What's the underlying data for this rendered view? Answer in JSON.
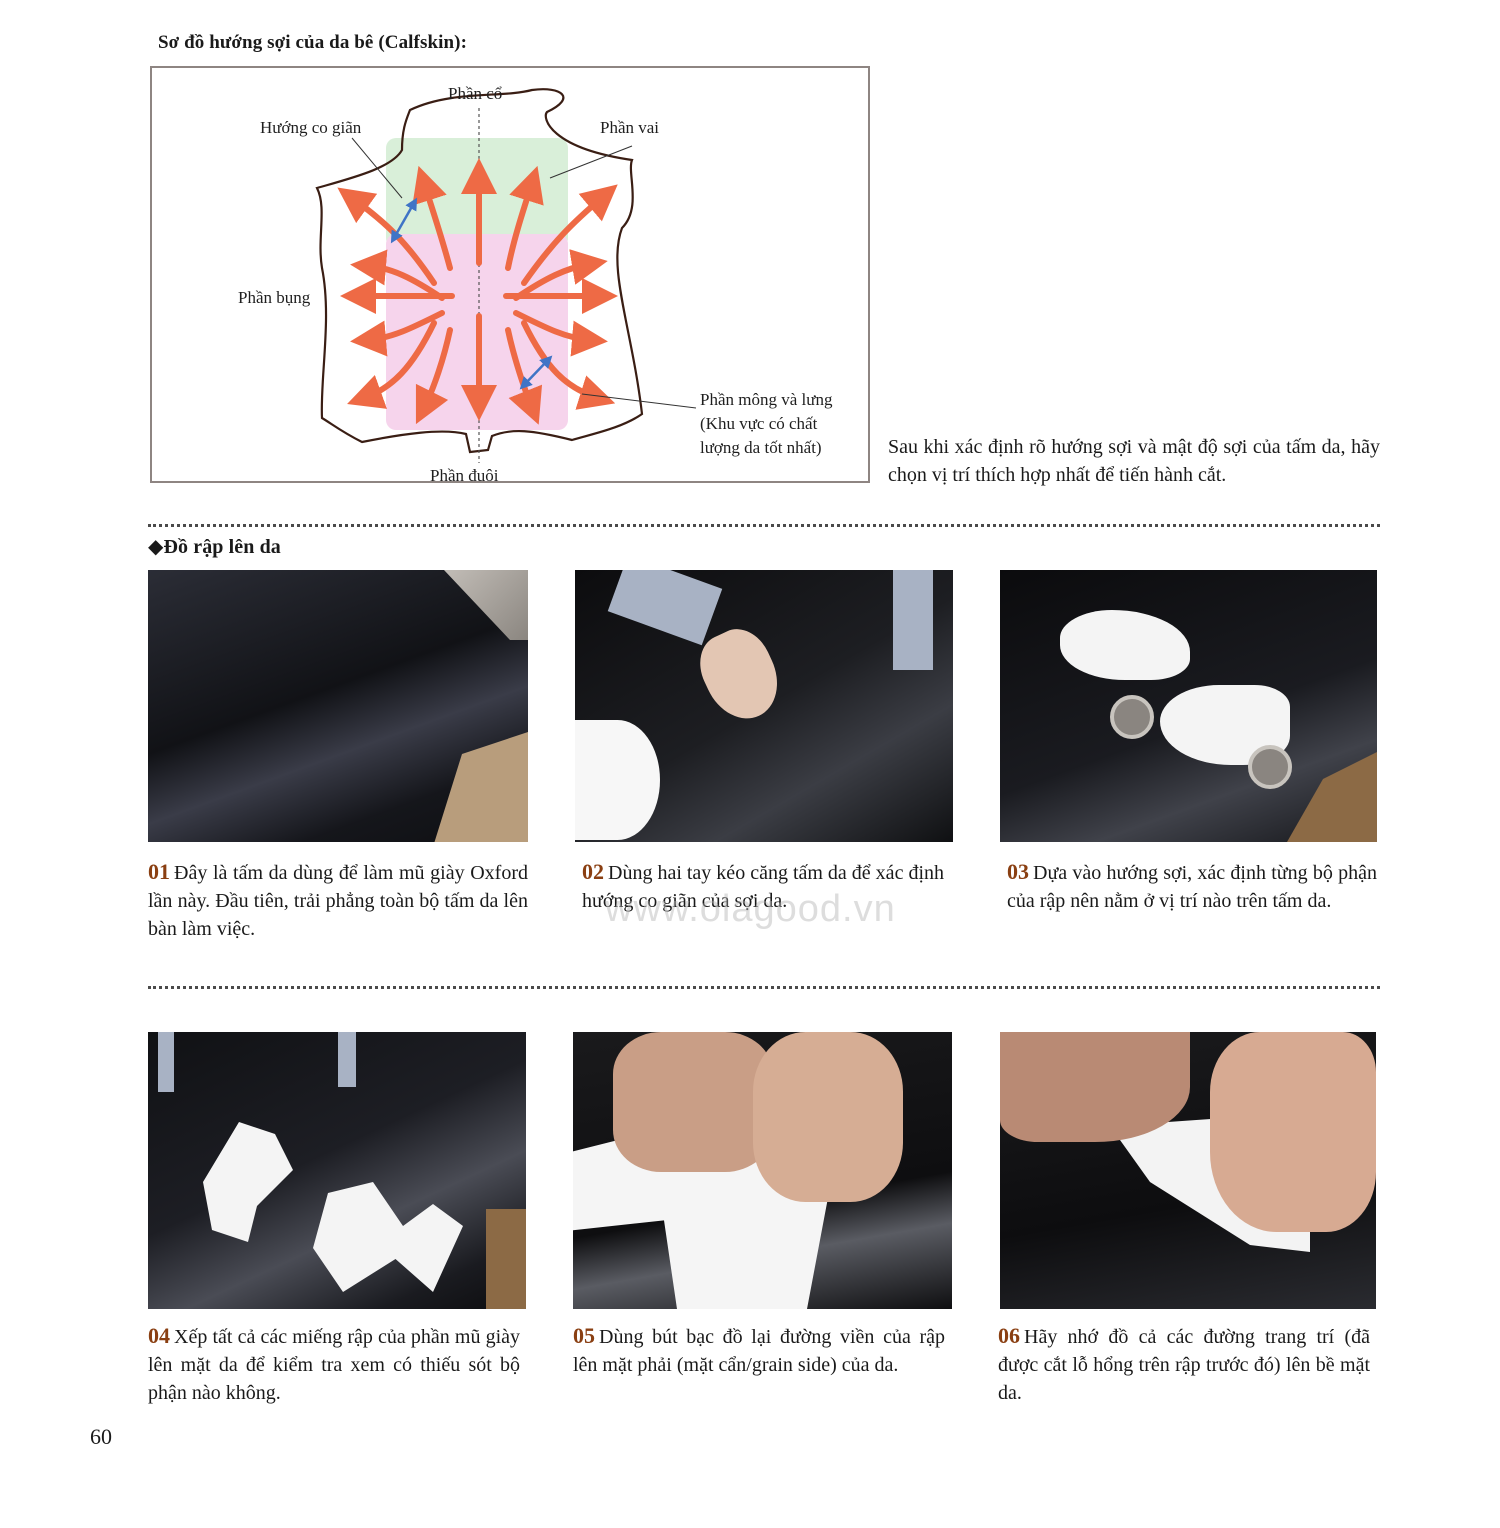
{
  "diagram": {
    "title": "Sơ đồ hướng sợi của da bê (Calfskin):",
    "labels": {
      "neck": "Phần cổ",
      "stretch_direction": "Hướng co giãn",
      "shoulder": "Phần vai",
      "belly": "Phần bụng",
      "butt_line1": "Phần mông và lưng",
      "butt_line2": "(Khu vực có chất",
      "butt_line3": "lượng da tốt nhất)",
      "tail": "Phần đuôi"
    },
    "colors": {
      "shoulder_zone": "#d9efd9",
      "butt_zone": "#f6d4ec",
      "arrow": "#ee6a45",
      "stretch_arrow": "#3f74c6",
      "outline": "#3a1e14"
    }
  },
  "intro_text": "Sau khi xác định rõ hướng sợi và mật độ sợi của tấm da, hãy chọn vị trí thích hợp nhất để tiến hành cắt.",
  "section": {
    "bullet": "◆",
    "title": "Đồ rập lên da"
  },
  "steps": [
    {
      "num": "01",
      "text": "Đây là tấm da dùng để làm mũ giày Oxford lần này. Đầu tiên, trải phẳng toàn bộ tấm da lên bàn làm việc.",
      "photo_alt": "Tấm da bê màu đen trải trên bàn"
    },
    {
      "num": "02",
      "text": "Dùng hai tay kéo căng tấm da để xác định hướng co giãn của sợi da.",
      "photo_alt": "Hai tay kéo căng tấm da"
    },
    {
      "num": "03",
      "text": "Dựa vào hướng sợi, xác định từng bộ phận của rập nên nằm ở vị trí nào trên tấm da.",
      "photo_alt": "Đặt rập giấy trắng lên da với quả chặn"
    },
    {
      "num": "04",
      "text": "Xếp tất cả các miếng rập của phần mũ giày lên mặt da để kiểm tra xem có thiếu sót bộ phận nào không.",
      "photo_alt": "Các miếng rập xếp trên tấm da"
    },
    {
      "num": "05",
      "text": "Dùng bút bạc đồ lại đường viền của rập lên mặt phải (mặt cẩn/grain side) của da.",
      "photo_alt": "Dùng bút bạc đồ viền rập"
    },
    {
      "num": "06",
      "text": "Hãy nhớ đồ cả các đường trang trí (đã được cắt lỗ hổng trên rập trước đó) lên bề mặt da.",
      "photo_alt": "Đồ các đường trang trí lên da"
    }
  ],
  "watermark": "www.olagood.vn",
  "page_number": "60"
}
